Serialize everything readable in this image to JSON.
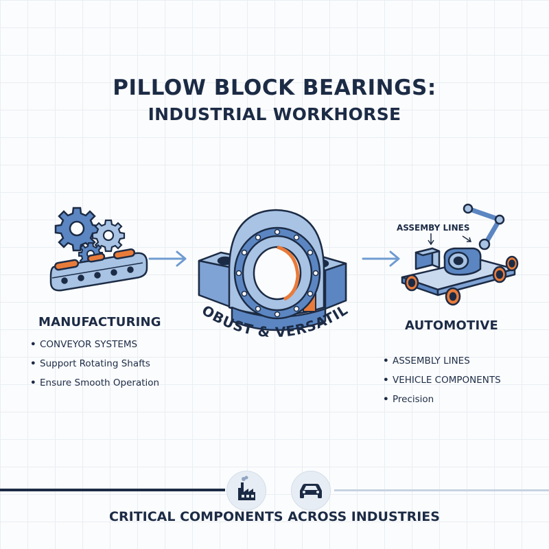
{
  "title": {
    "line1": "PILLOW BLOCK BEARINGS:",
    "line2": "INDUSTRIAL WORKHORSE"
  },
  "center": {
    "label": "ROBUST & VERSATILE"
  },
  "manufacturing": {
    "title": "MANUFACTURING",
    "items": [
      "CONVEYOR SYSTEMS",
      "Support Rotating Shafts",
      "Ensure Smooth Operation"
    ]
  },
  "automotive": {
    "title": "AUTOMOTIVE",
    "callout": "ASSEMBY LINES",
    "items": [
      "ASSEMBLY LINES",
      "VEHICLE COMPONENTS",
      "Precision"
    ]
  },
  "footer": {
    "text": "CRITICAL COMPONENTS ACROSS INDUSTRIES",
    "icons": [
      "factory-icon",
      "car-icon"
    ]
  },
  "colors": {
    "navy": "#1c2b45",
    "steel_blue": "#5b86c2",
    "light_blue": "#a8c3e4",
    "orange": "#e97b3a",
    "arrow": "#6f9bd1"
  }
}
